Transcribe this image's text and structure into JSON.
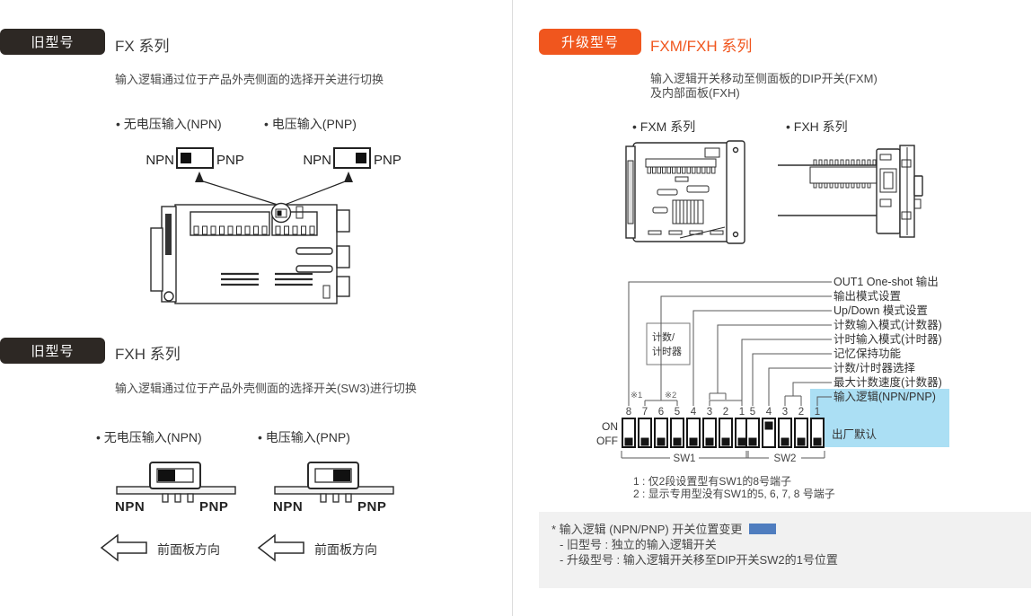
{
  "colors": {
    "accent_orange": "#f0561e",
    "badge_dark": "#2d2824",
    "highlight_blue": "#abdff4",
    "swatch_blue": "#4f7dbf",
    "note_gray": "#f1f1f1",
    "divider_gray": "#dcdcdc"
  },
  "old_fx": {
    "badge": "旧型号",
    "title": "FX 系列",
    "description": "输入逻辑通过位于产品外壳侧面的选择开关进行切换",
    "bullet_npn": "• 无电压输入(NPN)",
    "bullet_pnp": "• 电压输入(PNP)",
    "npn": "NPN",
    "pnp": "PNP"
  },
  "old_fxh": {
    "badge": "旧型号",
    "title": "FXH 系列",
    "description": "输入逻辑通过位于产品外壳侧面的选择开关(SW3)进行切换",
    "bullet_npn": "• 无电压输入(NPN)",
    "bullet_pnp": "• 电压输入(PNP)",
    "npn": "NPN",
    "pnp": "PNP",
    "front_panel": "前面板方向"
  },
  "upgrade": {
    "badge": "升级型号",
    "title": "FXM/FXH 系列",
    "description_line1": "输入逻辑开关移动至侧面板的DIP开关(FXM)",
    "description_line2": "及内部面板(FXH)",
    "bullet_fxm": "• FXM 系列",
    "bullet_fxh": "• FXH 系列",
    "dip": {
      "on": "ON",
      "off": "OFF",
      "sw1": "SW1",
      "sw2": "SW2",
      "ref1": "※1",
      "ref2": "※2",
      "box_line1": "计数/",
      "box_line2": "计时器",
      "sw1_numbers": [
        "8",
        "7",
        "6",
        "5",
        "4",
        "3",
        "2",
        "1"
      ],
      "sw2_numbers": [
        "5",
        "4",
        "3",
        "2",
        "1"
      ],
      "sw1_states": [
        "off",
        "off",
        "off",
        "off",
        "off",
        "off",
        "off",
        "off"
      ],
      "sw2_states": [
        "off",
        "on",
        "off",
        "off",
        "off"
      ],
      "labels": [
        "OUT1 One-shot 输出",
        "输出模式设置",
        "Up/Down 模式设置",
        "计数输入模式(计数器)",
        "计时输入模式(计时器)",
        "记忆保持功能",
        "计数/计时器选择",
        "最大计数速度(计数器)",
        "输入逻辑(NPN/PNP)"
      ],
      "factory_default": "出厂默认"
    },
    "notes": [
      "1 : 仅2段设置型有SW1的8号端子",
      "2 : 显示专用型没有SW1的5, 6, 7, 8 号端子"
    ],
    "note_box": {
      "line1": "* 输入逻辑 (NPN/PNP) 开关位置变更",
      "line2": "- 旧型号 : 独立的输入逻辑开关",
      "line3": "- 升级型号 : 输入逻辑开关移至DIP开关SW2的1号位置"
    }
  }
}
